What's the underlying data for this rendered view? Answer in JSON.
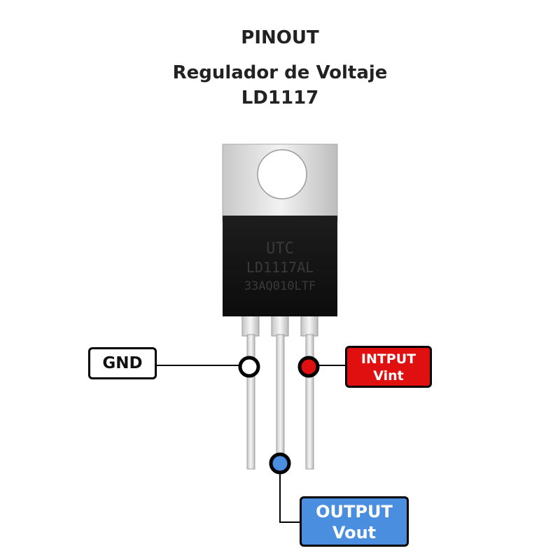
{
  "title": "PINOUT",
  "subtitle_line1": "Regulador de Voltaje",
  "subtitle_line2": "LD1117",
  "chip": {
    "line1": "UTC",
    "line2": "LD1117AL",
    "line3": "33AQ010LTF"
  },
  "pins": {
    "gnd": {
      "label": "GND",
      "color": "#ffffff"
    },
    "input": {
      "label": "INTPUT",
      "sublabel": "Vint",
      "color": "#e01010"
    },
    "output": {
      "label": "OUTPUT",
      "sublabel": "Vout",
      "color": "#4a8ee0"
    }
  }
}
